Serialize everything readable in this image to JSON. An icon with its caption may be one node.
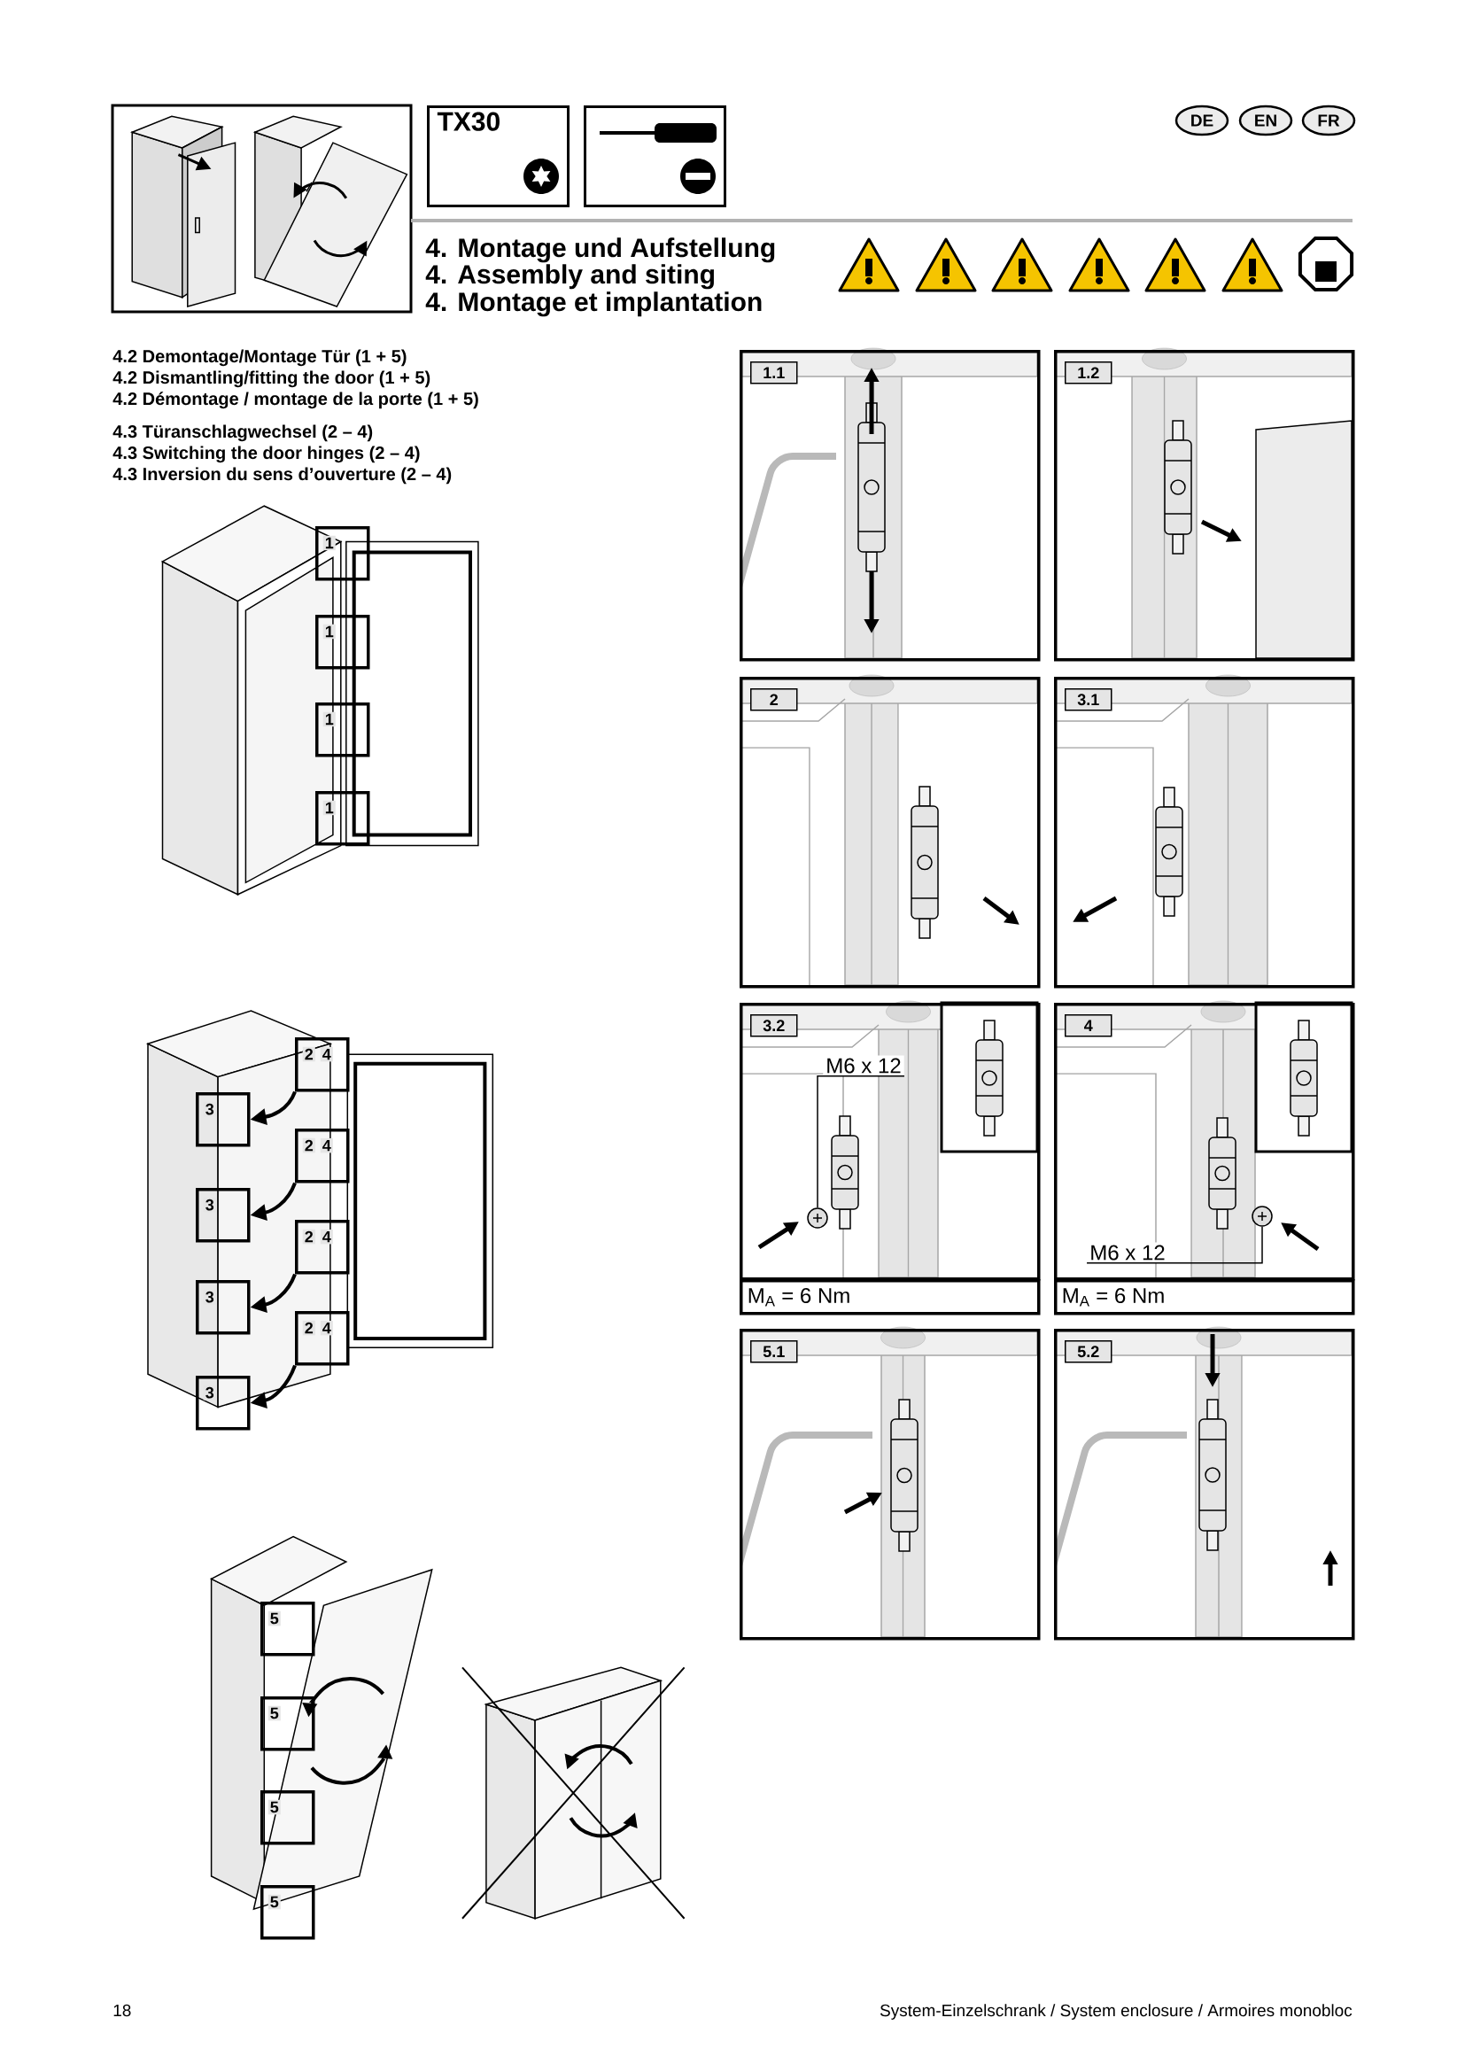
{
  "diagram": {
    "nodes": [
      {
        "text": [
          "TX30"
        ]
      },
      {
        "text": [],
        "shape": "box"
      },
      {
        "text": [
          "DE"
        ]
      },
      {
        "text": [
          "EN"
        ]
      },
      {
        "text": [
          "FR"
        ]
      },
      {
        "text": [
          "1"
        ]
      },
      {
        "text": [
          "1"
        ]
      },
      {
        "text": [
          "1"
        ]
      },
      {
        "text": [
          "1"
        ]
      },
      {
        "text": [
          "2",
          "4"
        ]
      },
      {
        "text": [
          "3"
        ]
      },
      {
        "text": [
          "2",
          "4"
        ]
      },
      {
        "text": [
          "3"
        ]
      },
      {
        "text": [
          "2",
          "4"
        ]
      },
      {
        "text": [
          "3"
        ]
      },
      {
        "text": [
          "2",
          "4"
        ]
      },
      {
        "text": [
          "3"
        ]
      },
      {
        "text": [
          "5"
        ]
      },
      {
        "text": [
          "5"
        ]
      },
      {
        "text": [
          "5"
        ]
      },
      {
        "text": [
          "5"
        ]
      },
      {
        "text": [
          "1.1"
        ]
      },
      {
        "text": [
          "1.2"
        ]
      },
      {
        "text": [
          "2"
        ]
      },
      {
        "text": [
          "3.1"
        ]
      },
      {
        "text": [
          "3.2"
        ]
      },
      {
        "text": [
          "M6 x 12"
        ],
        "in": 25
      },
      {
        "text": [],
        "shape": "picture",
        "in": 25
      },
      {
        "text": [
          "4"
        ]
      },
      {
        "text": [
          "M6 x 12"
        ],
        "in": 28
      },
      {
        "text": [],
        "shape": "picture",
        "in": 28
      },
      {
        "text": [
          "M$_{A}$ = 6 Nm"
        ]
      },
      {
        "text": [
          "M$_{A}$ = 6 Nm"
        ]
      },
      {
        "text": [
          "5.1"
        ]
      },
      {
        "text": [
          "5.2"
        ]
      }
    ],
    "edges": [
      {
        "from": 9,
        "to": 10,
        "arrow": "to"
      },
      {
        "from": 11,
        "to": 12,
        "arrow": "to"
      },
      {
        "from": 13,
        "to": 14,
        "arrow": "to"
      },
      {
        "from": 15,
        "to": 16,
        "arrow": "to"
      },
      {
        "from": 26,
        "to": 27,
        "arrow": "none"
      },
      {
        "from": 29,
        "to": 30,
        "arrow": "none"
      }
    ],
    "labels": [
      "4. Montage und Aufstellung",
      "4. Assembly and siting",
      "4. Montage et implantation",
      "4.2 Demontage/Montage Tür (1 + 5)",
      "4.2 Dismantling/fitting the door (1 + 5)",
      "4.2 Démontage / montage de la porte (1 + 5)",
      "4.3 Türanschlagwechsel (2 – 4)",
      "4.3 Switching the door hinges (2 – 4)",
      "4.3 Inversion du sens d’ouverture (2 – 4)",
      "18",
      "System-Einzelschrank / System enclosure / Armoires monobloc"
    ]
  }
}
